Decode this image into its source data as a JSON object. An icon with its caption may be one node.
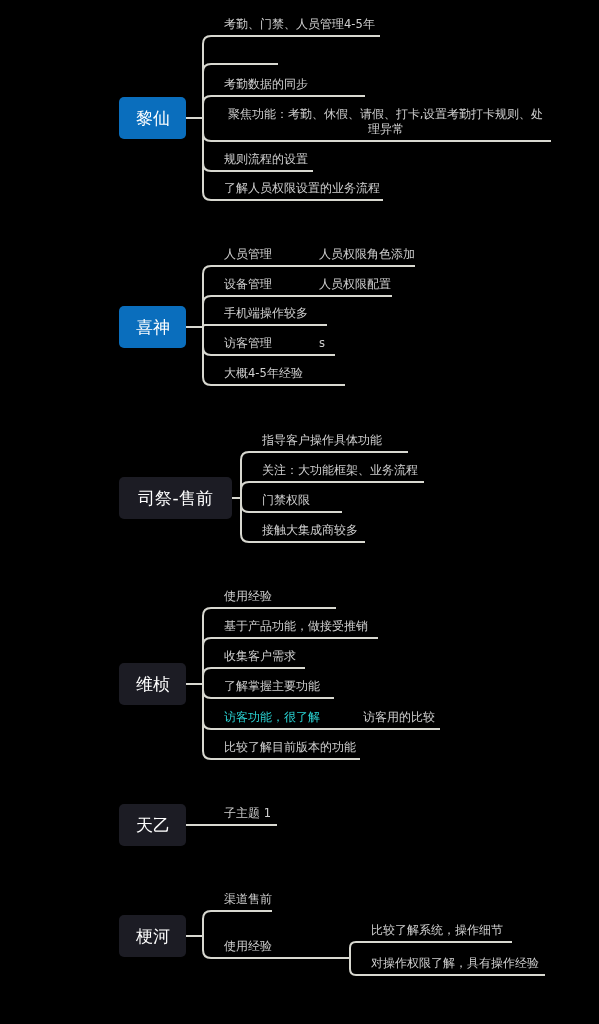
{
  "diagram": {
    "nodes": [
      {
        "text": [
          "黎仙"
        ]
      },
      {
        "text": [
          "考勤、门禁、人员管理4-5年"
        ]
      },
      {
        "text": [],
        "shape": "line"
      },
      {
        "text": [
          "考勤数据的同步"
        ]
      },
      {
        "text": [
          "聚焦功能：考勤、休假、请假、打卡,设置考勤打卡规则、处理异常"
        ]
      },
      {
        "text": [
          "规则流程的设置"
        ]
      },
      {
        "text": [
          "了解人员权限设置的业务流程"
        ]
      },
      {
        "text": [
          "喜神"
        ]
      },
      {
        "text": [
          "人员管理"
        ]
      },
      {
        "text": [
          "人员权限角色添加"
        ]
      },
      {
        "text": [
          "设备管理"
        ]
      },
      {
        "text": [
          "人员权限配置"
        ]
      },
      {
        "text": [
          "手机端操作较多"
        ]
      },
      {
        "text": [
          "访客管理"
        ]
      },
      {
        "text": [
          "s"
        ]
      },
      {
        "text": [
          "大概4-5年经验"
        ]
      },
      {
        "text": [
          "司祭-售前"
        ]
      },
      {
        "text": [
          "指导客户操作具体功能"
        ]
      },
      {
        "text": [
          "关注：大功能框架、业务流程"
        ]
      },
      {
        "text": [
          "门禁权限"
        ]
      },
      {
        "text": [
          "接触大集成商较多"
        ]
      },
      {
        "text": [
          "维桢"
        ]
      },
      {
        "text": [
          "使用经验"
        ]
      },
      {
        "text": [
          "基于产品功能，做接受推销"
        ]
      },
      {
        "text": [
          "收集客户需求"
        ]
      },
      {
        "text": [
          "了解掌握主要功能"
        ]
      },
      {
        "text": [
          "访客功能，很了解"
        ]
      },
      {
        "text": [
          "访客用的比较"
        ]
      },
      {
        "text": [
          "比较了解目前版本的功能"
        ]
      },
      {
        "text": [
          "天乙"
        ]
      },
      {
        "text": [
          "子主题 1"
        ]
      },
      {
        "text": [
          "梗河"
        ]
      },
      {
        "text": [
          "渠道售前"
        ]
      },
      {
        "text": [
          "使用经验"
        ]
      },
      {
        "text": [
          "比较了解系统，操作细节"
        ]
      },
      {
        "text": [
          "对操作权限了解，具有操作经验"
        ]
      }
    ],
    "edges": [
      {
        "from": 0,
        "to": 1,
        "arrow": "none"
      },
      {
        "from": 0,
        "to": 2,
        "arrow": "none"
      },
      {
        "from": 0,
        "to": 3,
        "arrow": "none"
      },
      {
        "from": 0,
        "to": 4,
        "arrow": "none"
      },
      {
        "from": 0,
        "to": 5,
        "arrow": "none"
      },
      {
        "from": 0,
        "to": 6,
        "arrow": "none"
      },
      {
        "from": 7,
        "to": 8,
        "arrow": "none"
      },
      {
        "from": 8,
        "to": 9,
        "arrow": "none"
      },
      {
        "from": 7,
        "to": 10,
        "arrow": "none"
      },
      {
        "from": 10,
        "to": 11,
        "arrow": "none"
      },
      {
        "from": 7,
        "to": 12,
        "arrow": "none"
      },
      {
        "from": 7,
        "to": 13,
        "arrow": "none"
      },
      {
        "from": 13,
        "to": 14,
        "arrow": "none"
      },
      {
        "from": 7,
        "to": 15,
        "arrow": "none"
      },
      {
        "from": 16,
        "to": 17,
        "arrow": "none"
      },
      {
        "from": 16,
        "to": 18,
        "arrow": "none"
      },
      {
        "from": 16,
        "to": 19,
        "arrow": "none"
      },
      {
        "from": 16,
        "to": 20,
        "arrow": "none"
      },
      {
        "from": 21,
        "to": 22,
        "arrow": "none"
      },
      {
        "from": 21,
        "to": 23,
        "arrow": "none"
      },
      {
        "from": 21,
        "to": 24,
        "arrow": "none"
      },
      {
        "from": 21,
        "to": 25,
        "arrow": "none"
      },
      {
        "from": 21,
        "to": 26,
        "arrow": "none"
      },
      {
        "from": 26,
        "to": 27,
        "arrow": "none"
      },
      {
        "from": 21,
        "to": 28,
        "arrow": "none"
      },
      {
        "from": 29,
        "to": 30,
        "arrow": "none"
      },
      {
        "from": 31,
        "to": 32,
        "arrow": "none"
      },
      {
        "from": 31,
        "to": 33,
        "arrow": "none"
      },
      {
        "from": 33,
        "to": 34,
        "arrow": "none"
      },
      {
        "from": 33,
        "to": 35,
        "arrow": "none"
      }
    ]
  }
}
